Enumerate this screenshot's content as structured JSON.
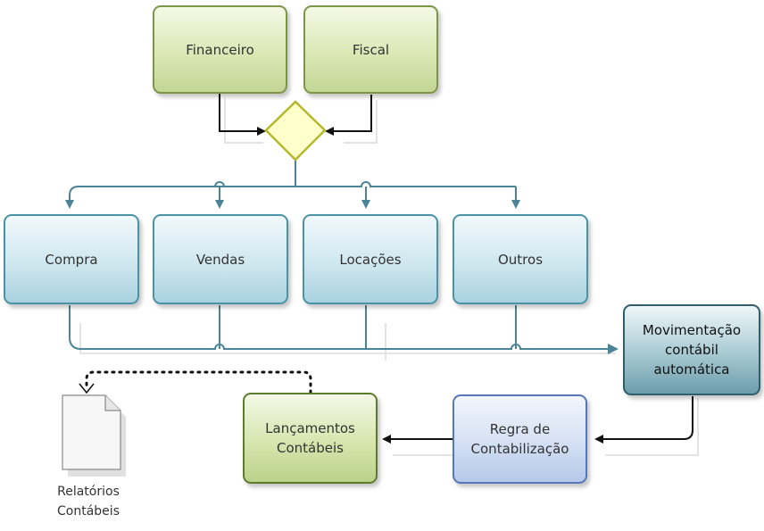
{
  "nodes": {
    "financeiro": "Financeiro",
    "fiscal": "Fiscal",
    "compra": "Compra",
    "vendas": "Vendas",
    "locacoes": "Locações",
    "outros": "Outros",
    "movimentacao": "Movimentação\ncontábil\nautomática",
    "regra": "Regra de\nContabilização",
    "lancamentos": "Lançamentos\nContábeis",
    "relatorios": "Relatórios\nContábeis"
  },
  "colors": {
    "source_fill": "#dbe8b5",
    "source_border": "#7d9548",
    "category_fill": "#cfe7ef",
    "category_border": "#4a93a6",
    "flow_line": "#4a8496",
    "decision_fill": "#ffffcc",
    "decision_border": "#b5b82a",
    "arrow_black": "#111111"
  }
}
